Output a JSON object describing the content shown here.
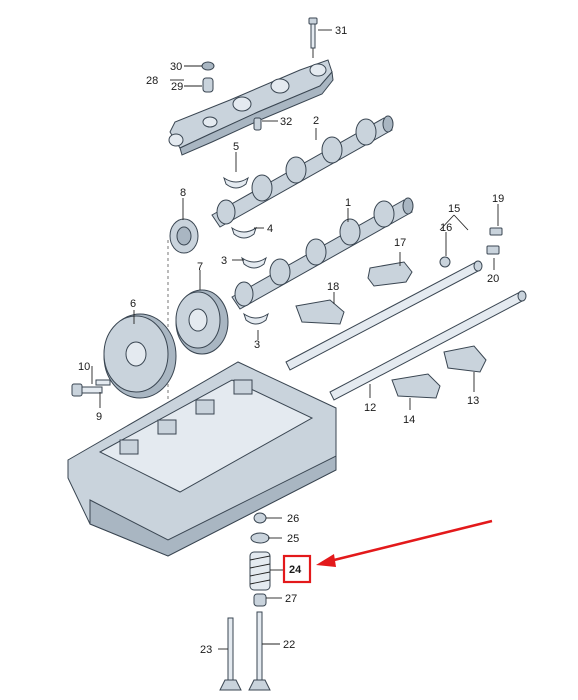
{
  "colors": {
    "highlight": "#e3191b",
    "metal": "#c9d3dc",
    "metal_dark": "#a9b6c2",
    "outline": "#3a4652"
  },
  "callouts": {
    "c1": "1",
    "c2": "2",
    "c3a": "3",
    "c3b": "3",
    "c4": "4",
    "c5": "5",
    "c6": "6",
    "c7": "7",
    "c8": "8",
    "c9": "9",
    "c10": "10",
    "c12": "12",
    "c13": "13",
    "c14": "14",
    "c15": "15",
    "c16": "16",
    "c17": "17",
    "c18": "18",
    "c19": "19",
    "c20": "20",
    "c22": "22",
    "c23": "23",
    "c24": "24",
    "c25": "25",
    "c26": "26",
    "c27": "27",
    "c28": "28",
    "c29": "29",
    "c30": "30",
    "c31": "31",
    "c32": "32"
  },
  "highlighted_part": "24"
}
